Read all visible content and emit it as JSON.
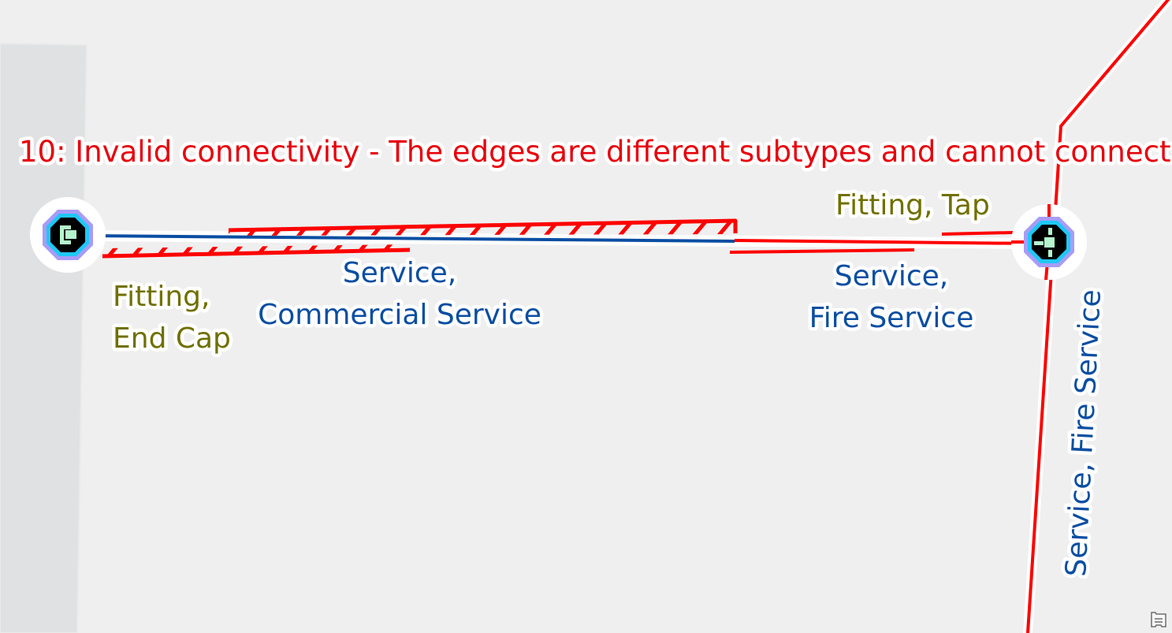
{
  "error_label": "10: Invalid connectivity - The edges are different subtypes and cannot connect.",
  "labels": {
    "fitting_tap": "Fitting, Tap",
    "fitting_end_cap_1": "Fitting,",
    "fitting_end_cap_2": "End Cap",
    "commercial_1": "Service,",
    "commercial_2": "Commercial Service",
    "fire_1": "Service,",
    "fire_2": "Fire Service",
    "fire_vertical": "Service, Fire Service"
  },
  "colors": {
    "background": "#efefef",
    "error": "#e8000b",
    "fitting": "#707000",
    "service": "#0a4ea2"
  },
  "icons": [
    "end-cap-fitting-icon",
    "tap-fitting-icon",
    "map-legend-icon"
  ]
}
